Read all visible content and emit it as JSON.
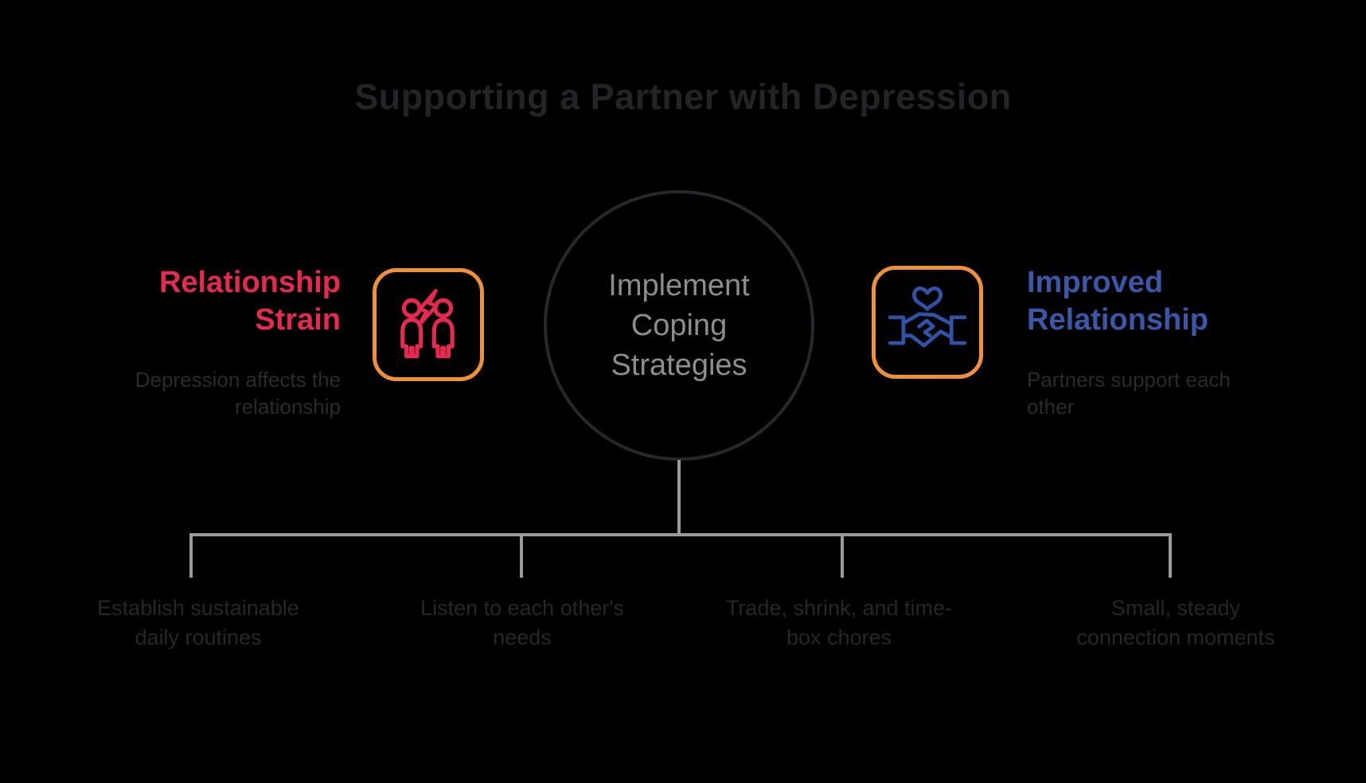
{
  "title": "Supporting a Partner with Depression",
  "center_node": {
    "label": "Implement Coping Strategies"
  },
  "left_node": {
    "heading": "Relationship Strain",
    "description": "Depression affects the relationship",
    "icon": "conflict-people-icon"
  },
  "right_node": {
    "heading": "Improved Relationship",
    "description": "Partners support each other",
    "icon": "handshake-heart-icon"
  },
  "strategies": [
    {
      "label": "Establish sustainable daily routines"
    },
    {
      "label": "Listen to each other's needs"
    },
    {
      "label": "Trade, shrink, and time-box chores"
    },
    {
      "label": "Small, steady connection moments"
    }
  ],
  "colors": {
    "background": "#000000",
    "title_text": "#232328",
    "strain_red": "#e62a4f",
    "improved_blue": "#3a57a8",
    "icon_border_orange": "#f0913a",
    "connector_gray": "#9b9b9b",
    "circle_stroke": "#28282c",
    "circle_text": "#8d8d90",
    "body_text": "#2a2a2f"
  }
}
